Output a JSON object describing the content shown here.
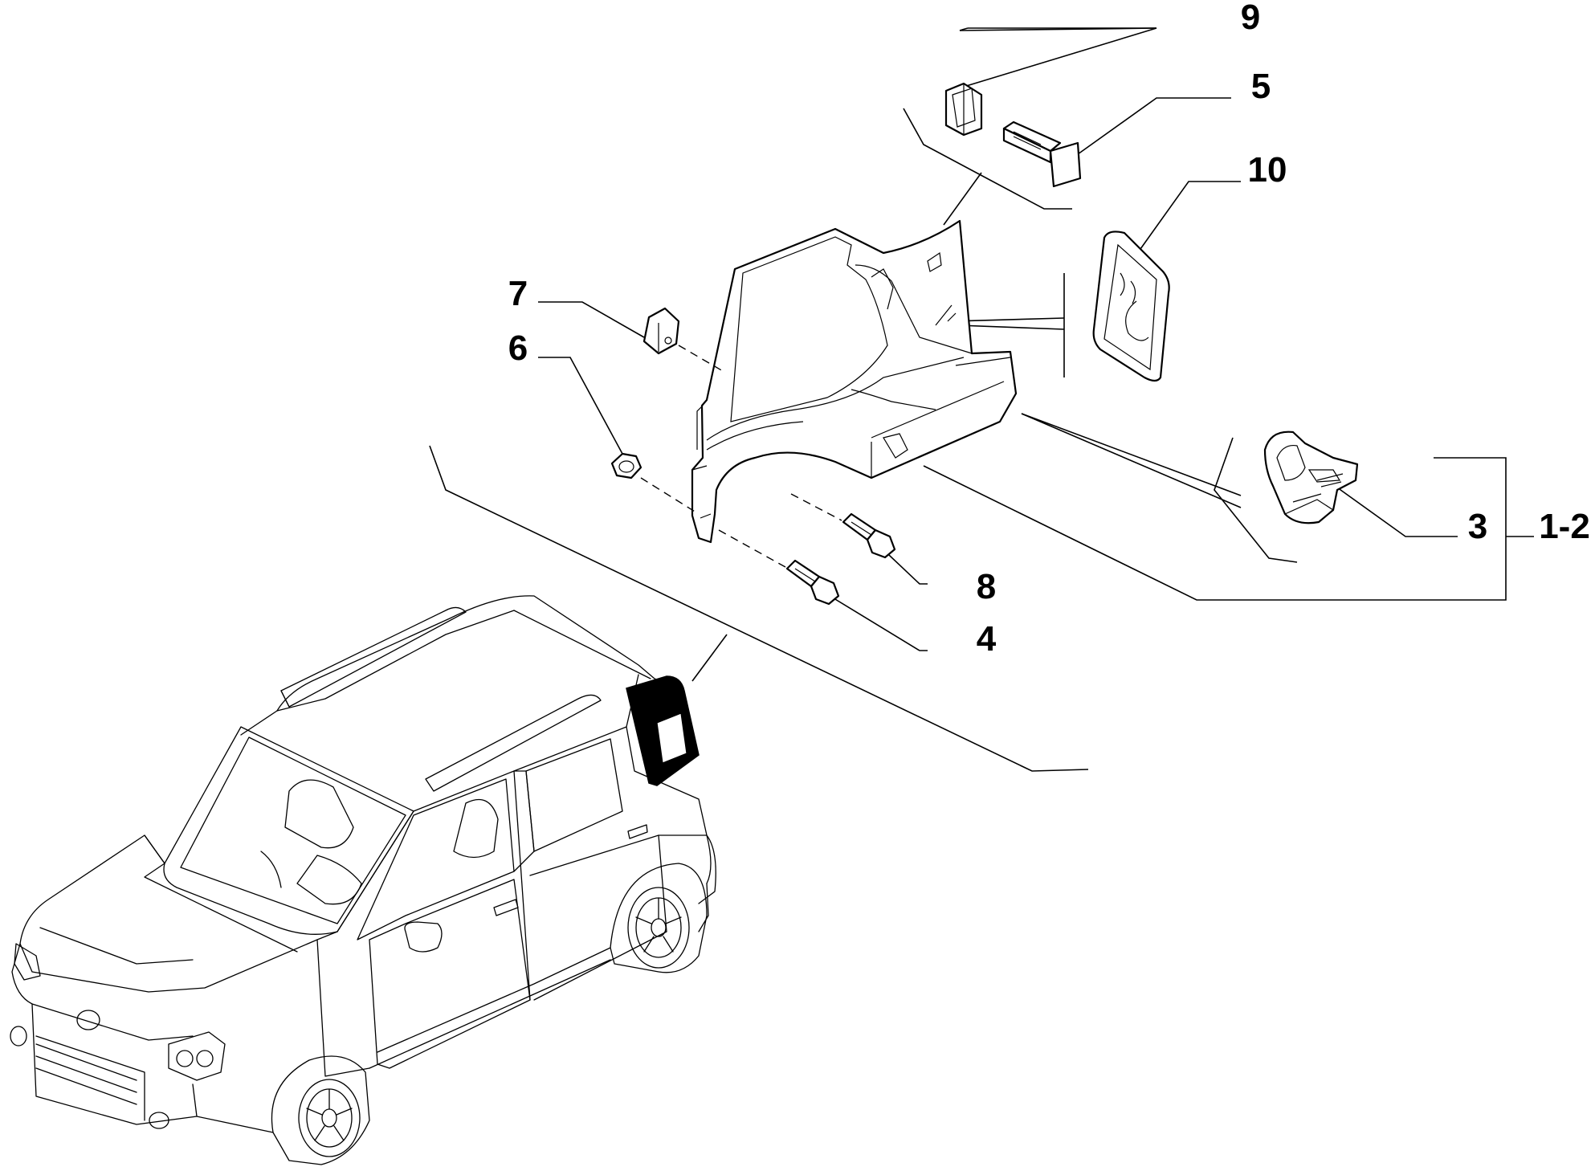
{
  "labels": {
    "p9": "9",
    "p5": "5",
    "p10": "10",
    "p7": "7",
    "p6": "6",
    "p8": "8",
    "p4": "4",
    "p3": "3",
    "p12": "1-2"
  },
  "colors": {
    "ink": "#000000",
    "paper": "#ffffff",
    "highlight": "#000000"
  }
}
